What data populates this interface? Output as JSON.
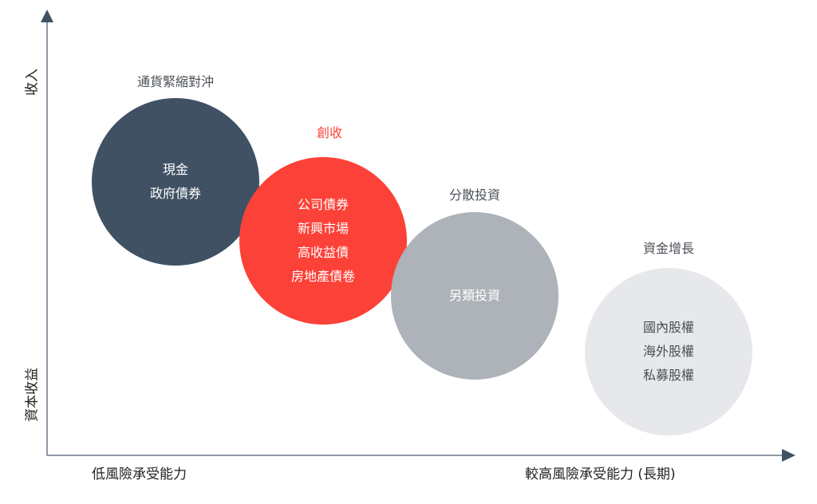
{
  "axes": {
    "y_top": "收入",
    "y_bottom": "資本收益",
    "x_left": "低風險承受能力",
    "x_right": "較高風險承受能力 (長期)"
  },
  "groups": [
    {
      "title": "通貨緊縮對沖",
      "items": [
        "現金",
        "政府債券"
      ],
      "color": "#3f5163",
      "text_color": "#ffffff",
      "title_color": "#4a4f55"
    },
    {
      "title": "創收",
      "items": [
        "公司債券",
        "新興市場",
        "高收益債",
        "房地產債卷"
      ],
      "color": "#fc4238",
      "text_color": "#ffffff",
      "title_color": "#fc4238"
    },
    {
      "title": "分散投資",
      "items": [
        "另類投資"
      ],
      "color": "#adb3b8",
      "text_color": "#ffffff",
      "title_color": "#4a4f55"
    },
    {
      "title": "資金增長",
      "items": [
        "國內股權",
        "海外股權",
        "私募股權"
      ],
      "color": "#e6e8eb",
      "text_color": "#4a4f55",
      "title_color": "#4a4f55"
    }
  ]
}
